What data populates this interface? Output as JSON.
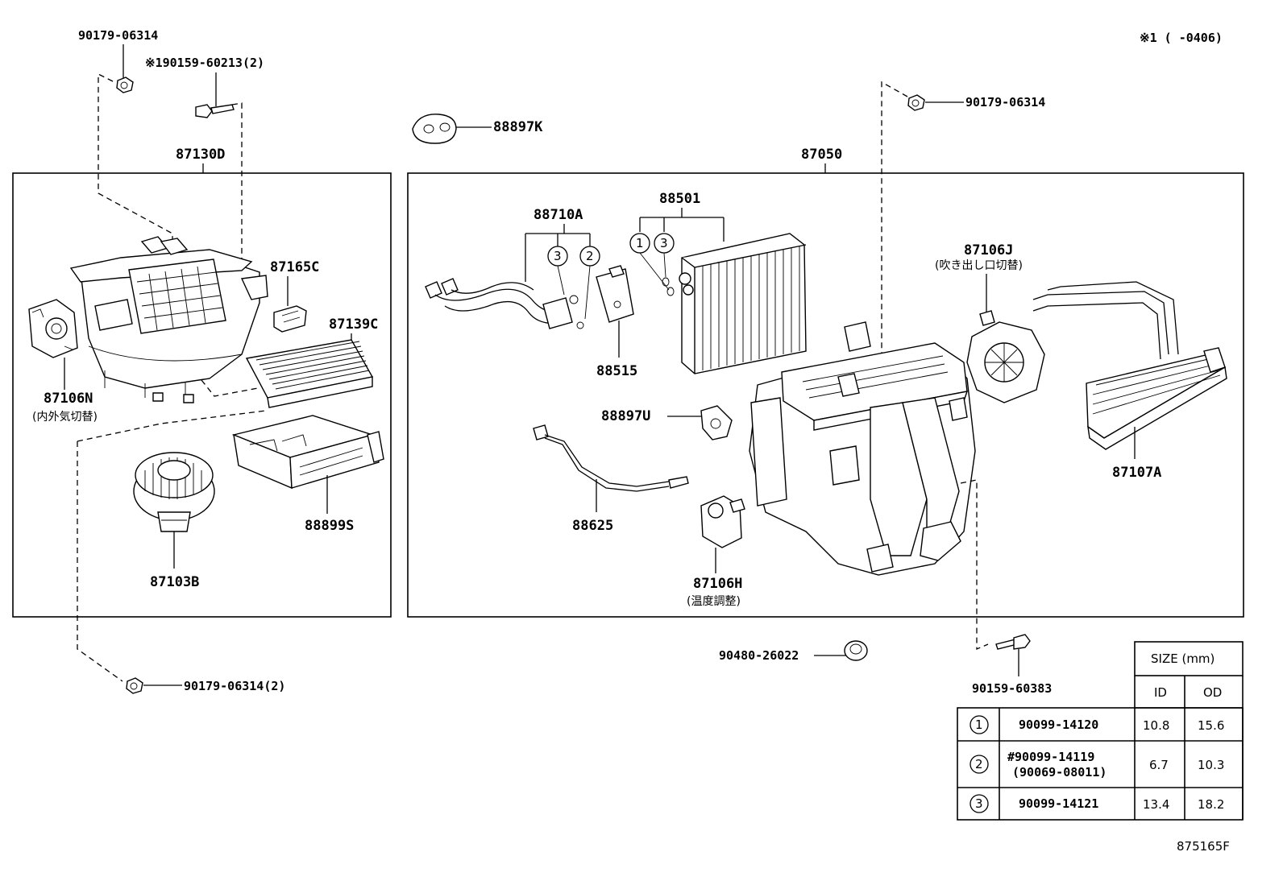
{
  "header": {
    "note": "※1 (      -0406)"
  },
  "parts": {
    "p90179_top_left": "90179-06314",
    "p90159_60213": "※190159-60213(2)",
    "p87130D": "87130D",
    "p87165C": "87165C",
    "p87139C": "87139C",
    "p87106N": "87106N",
    "p87106N_desc": "(内外気切替)",
    "p88899S": "88899S",
    "p87103B": "87103B",
    "p90179_bottom": "90179-06314(2)",
    "p88897K": "88897K",
    "p87050": "87050",
    "p90179_right": "90179-06314",
    "p88710A": "88710A",
    "p88501": "88501",
    "p88515": "88515",
    "p87106J": "87106J",
    "p87106J_desc": "(吹き出し口切替)",
    "p88897U": "88897U",
    "p88625": "88625",
    "p87106H": "87106H",
    "p87106H_desc": "(温度調整)",
    "p87107A": "87107A",
    "p90480": "90480-26022",
    "p90159_60383": "90159-60383"
  },
  "callouts": {
    "c1": "1",
    "c2": "2",
    "c3": "3"
  },
  "size_table": {
    "header": "SIZE (mm)",
    "col_id": "ID",
    "col_od": "OD",
    "rows": [
      {
        "mark": "1",
        "part": "90099-14120",
        "part2": "",
        "id": "10.8",
        "od": "15.6"
      },
      {
        "mark": "2",
        "part": "#90099-14119",
        "part2": "(90069-08011)",
        "id": "6.7",
        "od": "10.3"
      },
      {
        "mark": "3",
        "part": "90099-14121",
        "part2": "",
        "id": "13.4",
        "od": "18.2"
      }
    ]
  },
  "footer": {
    "figure_id": "875165F"
  }
}
